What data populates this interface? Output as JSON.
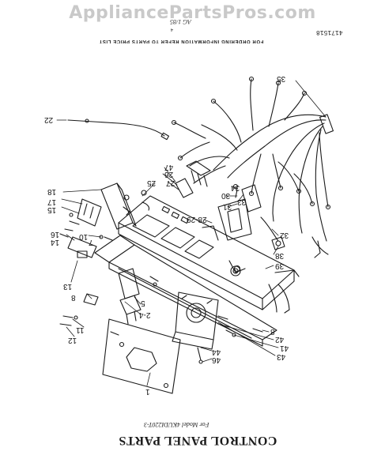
{
  "watermark": "AppliancePartsPros.com",
  "title": "CONTROL PANEL PARTS",
  "model_line": "For Model 4KUDI220T-3",
  "ordering_note": "FOR ORDERING INFORMATION REFER TO PARTS PRICE LIST",
  "part_number": "4171518",
  "page_number": "4",
  "scribble": "AG 1/85",
  "callouts": {
    "c1": "1",
    "c2_4": "2-4",
    "c5": "5",
    "c7": "7",
    "c8": "8",
    "c10": "10",
    "c11": "11",
    "c12": "12",
    "c13": "13",
    "c14": "14",
    "c15": "15",
    "c16": "16",
    "c17": "17",
    "c18": "18",
    "c22": "22",
    "c25": "25",
    "c26": "26",
    "c27": "27",
    "c28_29": "28-29",
    "c30": "30",
    "c31": "31",
    "c32": "32",
    "c33": "33",
    "c34": "34",
    "c35": "35",
    "c38": "38",
    "c39": "39",
    "c41": "41",
    "c42": "42",
    "c43": "43",
    "c44": "44",
    "c46": "46",
    "c47": "47",
    "c8b": "8"
  }
}
